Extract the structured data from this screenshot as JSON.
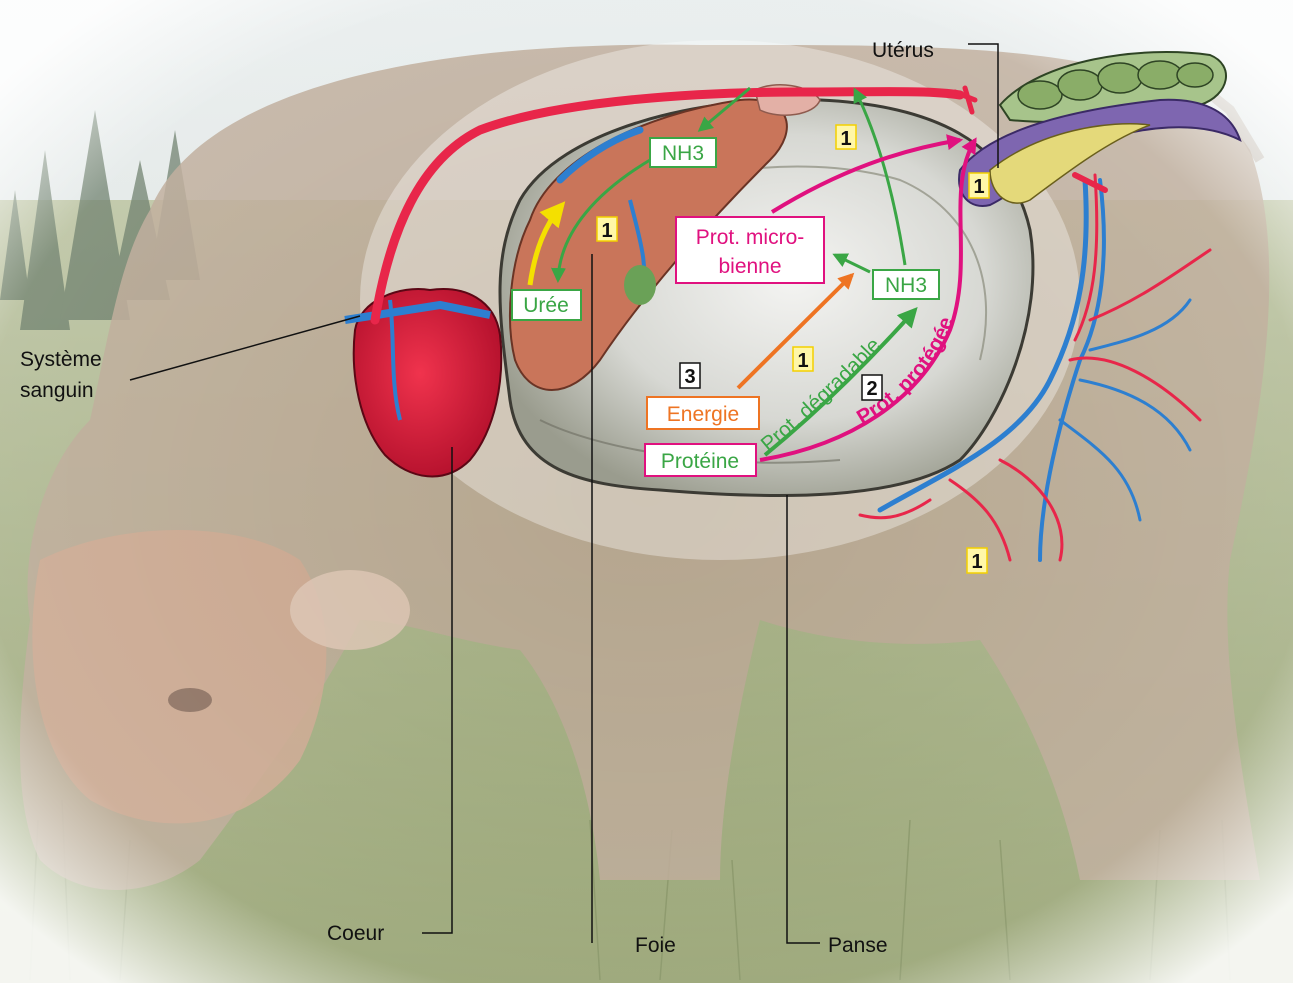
{
  "labels": {
    "uterus": "Utérus",
    "systeme_line1": "Système",
    "systeme_line2": "sanguin",
    "coeur": "Coeur",
    "foie": "Foie",
    "panse": "Panse"
  },
  "boxes": {
    "nh3_liver": "NH3",
    "nh3_rumen": "NH3",
    "uree": "Urée",
    "prot_micro_line1": "Prot. micro-",
    "prot_micro_line2": "bienne",
    "energie": "Energie",
    "proteine": "Protéine"
  },
  "path_labels": {
    "prot_degradable": "Prot. dégradable",
    "prot_protegee": "Prot. protégée"
  },
  "markers": {
    "one": "1",
    "two": "2",
    "three": "3"
  },
  "colors": {
    "green": "#3aa645",
    "magenta": "#e0117f",
    "orange": "#ee7423",
    "yellow": "#f4e000",
    "artery": "#e8264a",
    "vein": "#2d7fd0",
    "marker_border": "#f4d000"
  }
}
